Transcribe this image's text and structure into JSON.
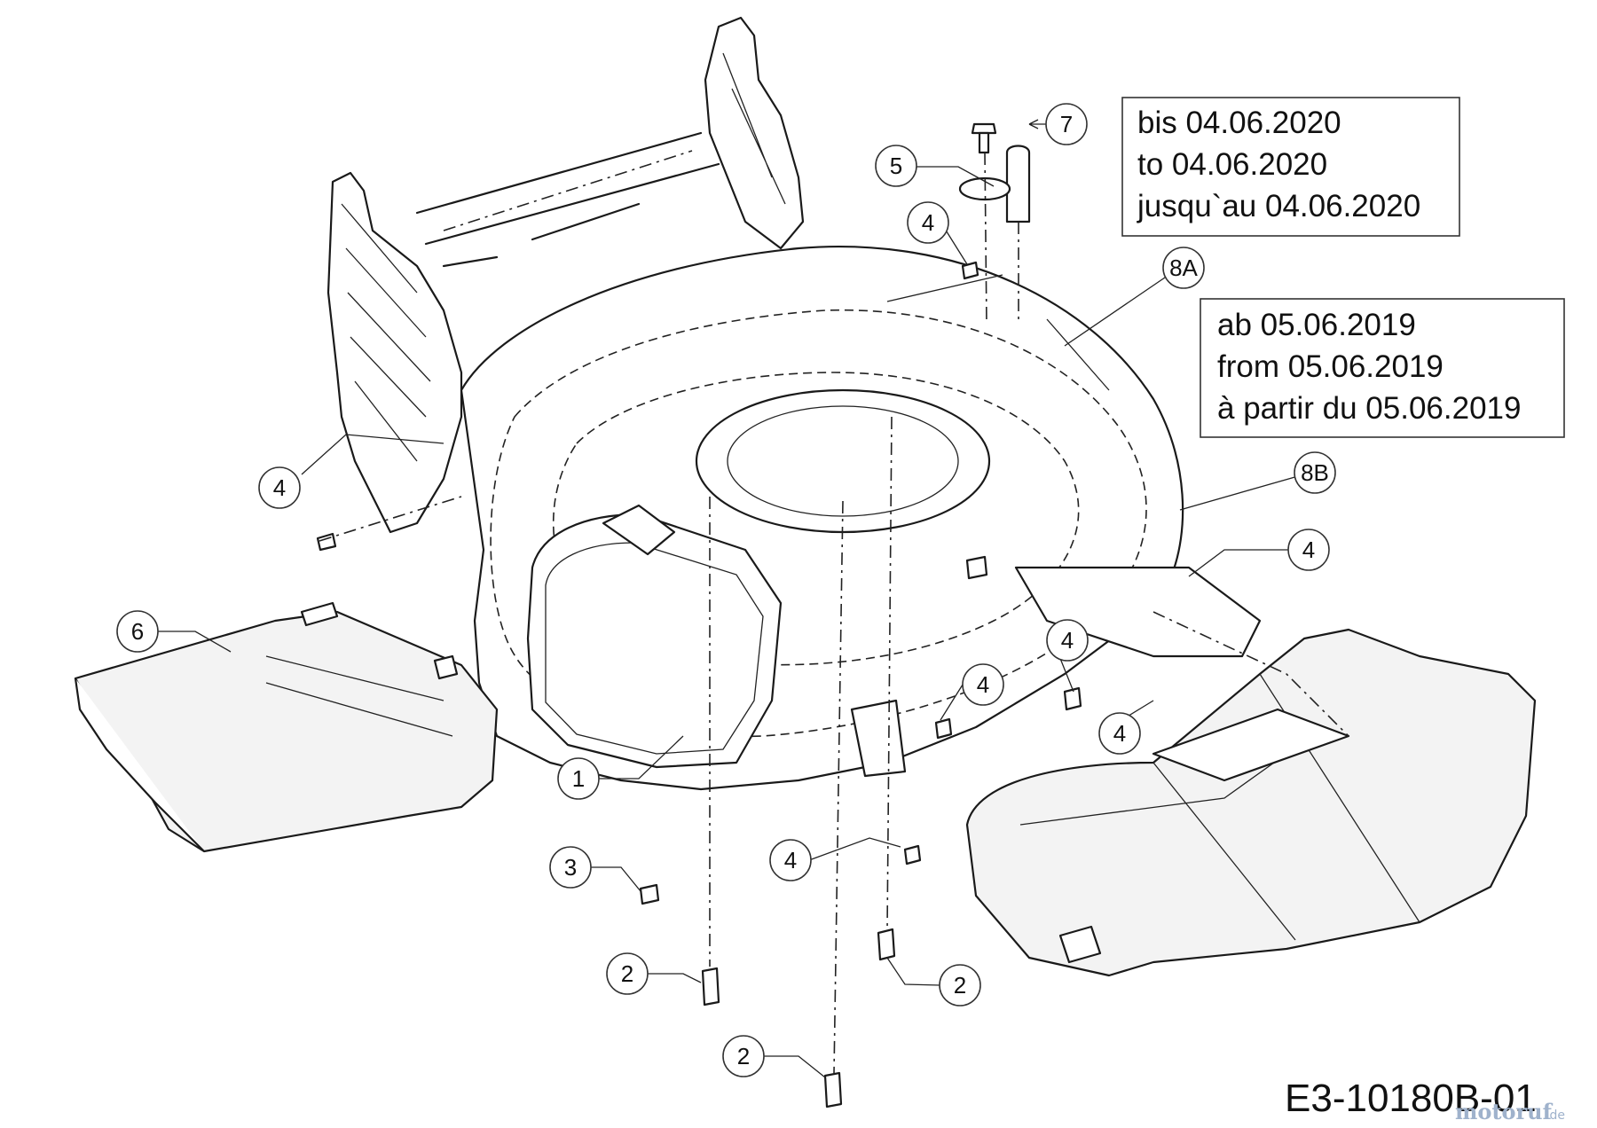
{
  "notes": {
    "before": [
      "bis 04.06.2020",
      "to 04.06.2020",
      "jusqu`au 04.06.2020"
    ],
    "after": [
      "ab 05.06.2019",
      "from 05.06.2019",
      "à partir du 05.06.2019"
    ]
  },
  "callouts": {
    "c7": "7",
    "c5": "5",
    "c4_top": "4",
    "c8a": "8A",
    "c8b": "8B",
    "c4_left": "4",
    "c4_right": "4",
    "c6": "6",
    "c4_mid1": "4",
    "c4_mid2": "4",
    "c4_mid3": "4",
    "c1": "1",
    "c3": "3",
    "c4_low": "4",
    "c2_a": "2",
    "c2_b": "2",
    "c2_c": "2"
  },
  "drawing_code": "E3-10180B-01",
  "watermark": "motoruf",
  "watermark_suffix": ".de"
}
